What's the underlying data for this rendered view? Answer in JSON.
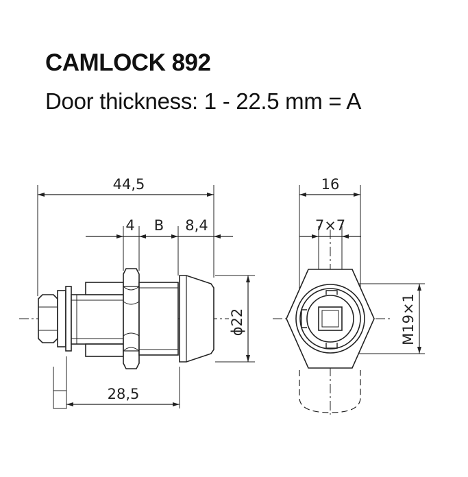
{
  "heading": {
    "title": "CAMLOCK 892",
    "subtitle": "Door thickness: 1 - 22.5 mm = A"
  },
  "side_view": {
    "overall_length": "44,5",
    "segment_1": "4",
    "segment_2": "B",
    "segment_3": "8,4",
    "diameter": "ϕ22",
    "body_length": "28,5"
  },
  "front_view": {
    "width": "16",
    "square": "7×7",
    "thread": "M19×1"
  },
  "colors": {
    "line": "#222222",
    "background": "#ffffff"
  }
}
